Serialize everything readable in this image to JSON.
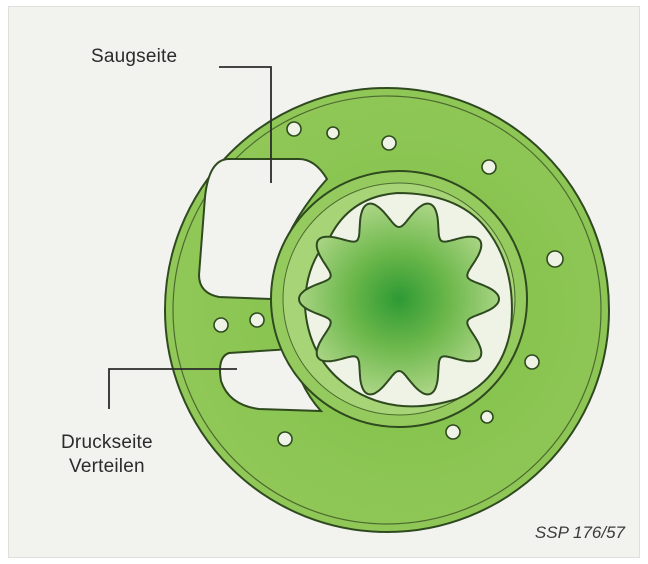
{
  "labels": {
    "suction_side": "Saugseite",
    "pressure_side_line1": "Druckseite",
    "pressure_side_line2": "Verteilen"
  },
  "figure_reference": "SSP 176/57",
  "colors": {
    "housing_green": "#8fc751",
    "rotor_green": "#2e9a34",
    "outline": "#2f4a1f",
    "background": "#f2f3ef"
  }
}
